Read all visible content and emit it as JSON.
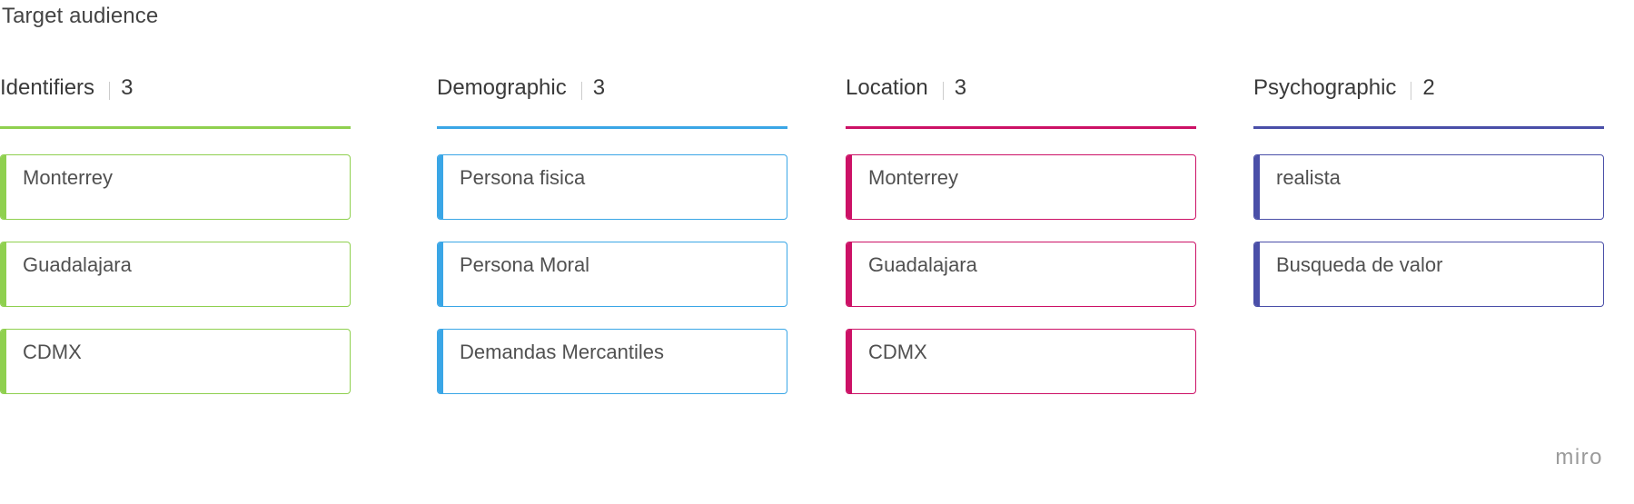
{
  "frame": {
    "title": "Target audience"
  },
  "columns": [
    {
      "title": "Demographic",
      "count": "3",
      "color": "#3aa6e6",
      "cards": [
        {
          "text": "Persona fisica"
        },
        {
          "text": "Persona Moral"
        },
        {
          "text": "Demandas Mercantiles"
        }
      ]
    },
    {
      "title": "Location",
      "count": "3",
      "color": "#cc1166",
      "cards": [
        {
          "text": "Monterrey"
        },
        {
          "text": "Guadalajara"
        },
        {
          "text": "CDMX"
        }
      ]
    },
    {
      "title": "Psychographic",
      "count": "2",
      "color": "#4a4fa8",
      "cards": [
        {
          "text": "realista"
        },
        {
          "text": "Busqueda de valor"
        }
      ]
    },
    {
      "title": "Identifiers",
      "count": "3",
      "color": "#8fd04f",
      "cards": [
        {
          "text": "Monterrey"
        },
        {
          "text": "Guadalajara"
        },
        {
          "text": "CDMX"
        }
      ]
    }
  ],
  "watermark": {
    "text": "miro"
  }
}
